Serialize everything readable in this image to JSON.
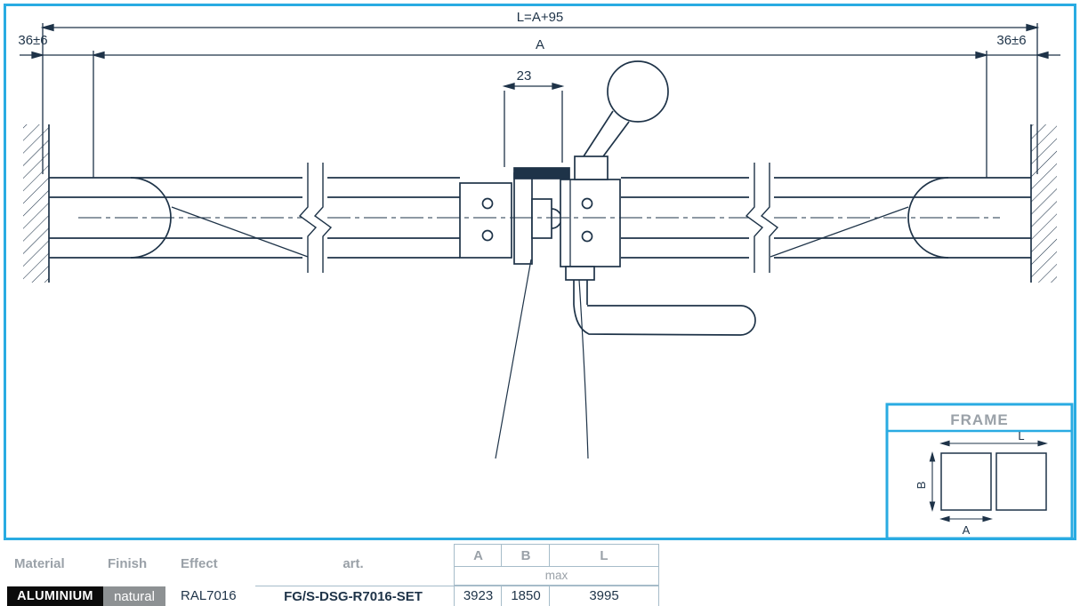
{
  "colors": {
    "accent": "#29abe2",
    "ink": "#1e3348",
    "muted": "#9aa1a8"
  },
  "drawing": {
    "dim_total_label": "L=A+95",
    "dim_a_label": "A",
    "dim_center_label": "23",
    "dim_offset_left": "36±6",
    "dim_offset_right": "36±6"
  },
  "frame_inset": {
    "title": "FRAME",
    "dim_length": "L",
    "dim_width": "B",
    "dim_height": "A"
  },
  "spec_table": {
    "left_headers": [
      "Material",
      "Finish",
      "Effect",
      "art."
    ],
    "dim_headers": [
      "A",
      "B",
      "L"
    ],
    "sub_header": "max",
    "row": [
      "ALUMINIUM",
      "natural",
      "RAL7016",
      "FG/S-DSG-R7016-SET",
      "3923",
      "1850",
      "3995"
    ]
  }
}
